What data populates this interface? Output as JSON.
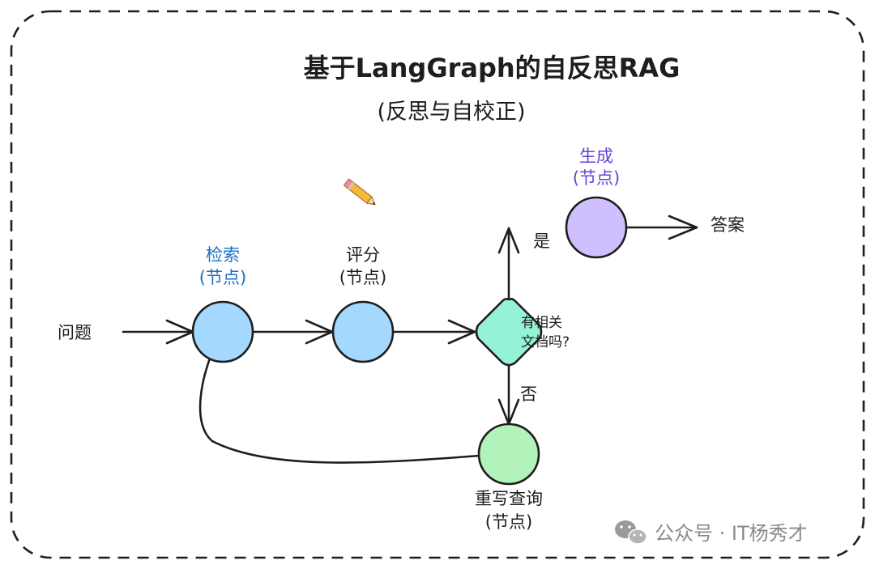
{
  "title": "基于LangGraph的自反思RAG",
  "subtitle": "(反思与自校正)",
  "nodes": {
    "question": {
      "label": "问题"
    },
    "retrieve": {
      "label": "检索",
      "sublabel": "(节点)"
    },
    "grade": {
      "label": "评分",
      "sublabel": "(节点)"
    },
    "decision": {
      "line1": "有相关",
      "line2": "文档吗?"
    },
    "generate": {
      "label": "生成",
      "sublabel": "(节点)"
    },
    "rewrite": {
      "label": "重写查询",
      "sublabel": "(节点)"
    },
    "answer": {
      "label": "答案"
    }
  },
  "edges": {
    "yes": "是",
    "no": "否"
  },
  "watermark": "公众号 · IT杨秀才",
  "colors": {
    "retrieve_fill": "#a5d8ff",
    "grade_fill": "#a5d8ff",
    "decision_fill": "#96f2d7",
    "generate_fill": "#d0bfff",
    "rewrite_fill": "#b2f2bb",
    "accent_blue": "#1971c2",
    "accent_purple": "#6741d9"
  },
  "icons": {
    "pencil": "pencil-icon",
    "watermark": "wechat-icon"
  }
}
